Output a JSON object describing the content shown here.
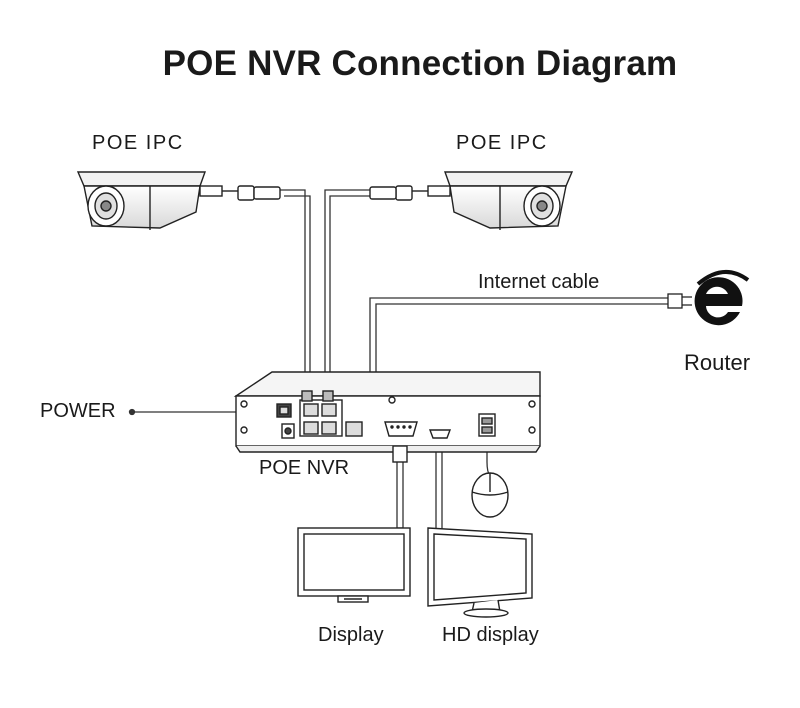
{
  "title": "POE NVR Connection Diagram",
  "labels": {
    "camera_left": "POE IPC",
    "camera_right": "POE IPC",
    "internet_cable": "Internet cable",
    "router": "Router",
    "power": "POWER",
    "nvr": "POE NVR",
    "display": "Display",
    "hd_display": "HD display"
  },
  "icons": {
    "router": "internet-explorer-e-icon",
    "mouse": "mouse-icon",
    "camera": "bullet-camera-icon",
    "monitor": "monitor-icon"
  }
}
